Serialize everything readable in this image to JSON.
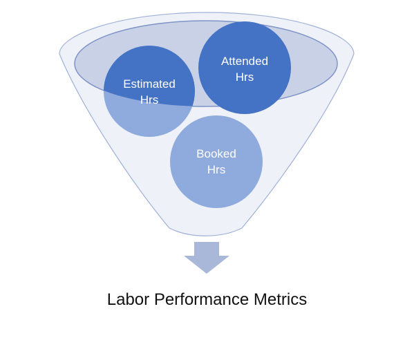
{
  "colors": {
    "funnel_fill": "#dfe4f0",
    "funnel_stroke": "#9fb1d8",
    "rim_fill": "#c2cbe2",
    "circle_dark": "#4472c4",
    "circle_light": "#8faadc",
    "arrow": "#a9b7d9"
  },
  "funnel": {
    "inputs": [
      {
        "line1": "Estimated",
        "line2": "Hrs",
        "color": "#4472c4"
      },
      {
        "line1": "Attended",
        "line2": "Hrs",
        "color": "#4472c4"
      },
      {
        "line1": "Booked",
        "line2": "Hrs",
        "color": "#8faadc"
      }
    ],
    "arrow_icon": "down-arrow-icon",
    "result": "Labor Performance Metrics"
  }
}
